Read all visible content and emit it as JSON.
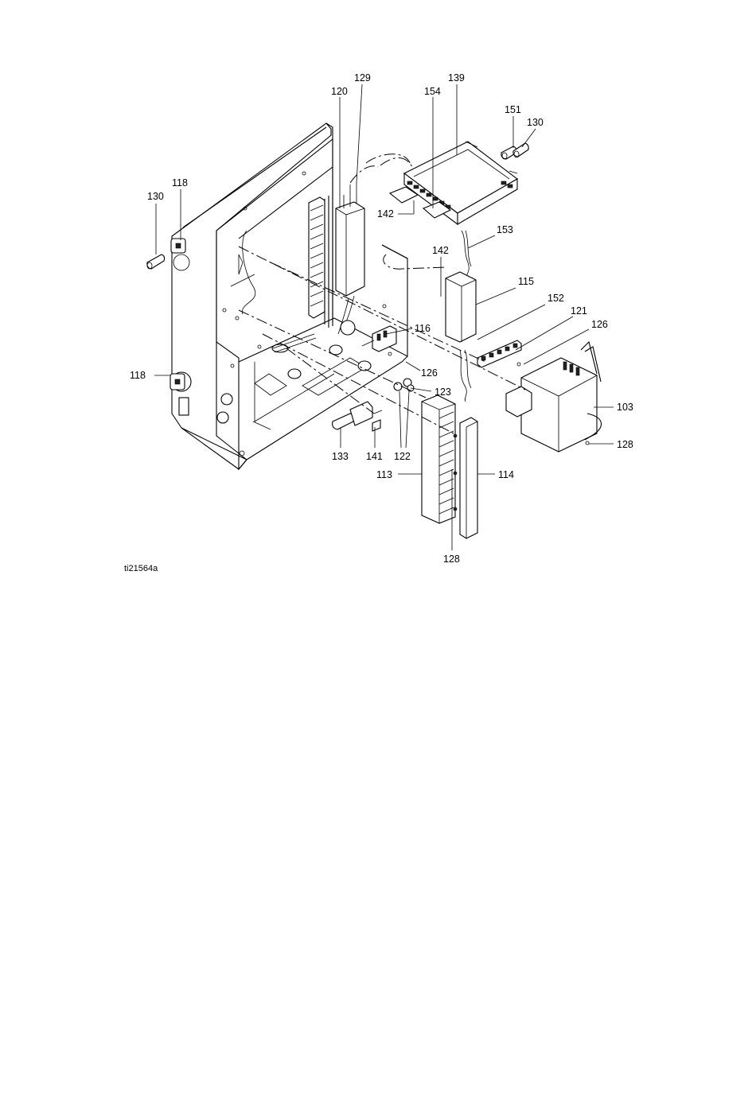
{
  "figure_id": "ti21564a",
  "callouts": [
    {
      "id": "c129",
      "text": "129"
    },
    {
      "id": "c120",
      "text": "120"
    },
    {
      "id": "c139",
      "text": "139"
    },
    {
      "id": "c154",
      "text": "154"
    },
    {
      "id": "c151",
      "text": "151"
    },
    {
      "id": "c130a",
      "text": "130"
    },
    {
      "id": "c118a",
      "text": "118"
    },
    {
      "id": "c130b",
      "text": "130"
    },
    {
      "id": "c142a",
      "text": "142"
    },
    {
      "id": "c153",
      "text": "153"
    },
    {
      "id": "c142b",
      "text": "142"
    },
    {
      "id": "c115",
      "text": "115"
    },
    {
      "id": "c152",
      "text": "152"
    },
    {
      "id": "c121",
      "text": "121"
    },
    {
      "id": "c126a",
      "text": "126"
    },
    {
      "id": "c116",
      "text": "116"
    },
    {
      "id": "c118b",
      "text": "118"
    },
    {
      "id": "c126b",
      "text": "126"
    },
    {
      "id": "c123",
      "text": "123"
    },
    {
      "id": "c103",
      "text": "103"
    },
    {
      "id": "c128a",
      "text": "128"
    },
    {
      "id": "c133",
      "text": "133"
    },
    {
      "id": "c141",
      "text": "141"
    },
    {
      "id": "c122",
      "text": "122"
    },
    {
      "id": "c113",
      "text": "113"
    },
    {
      "id": "c114",
      "text": "114"
    },
    {
      "id": "c128b",
      "text": "128"
    }
  ]
}
